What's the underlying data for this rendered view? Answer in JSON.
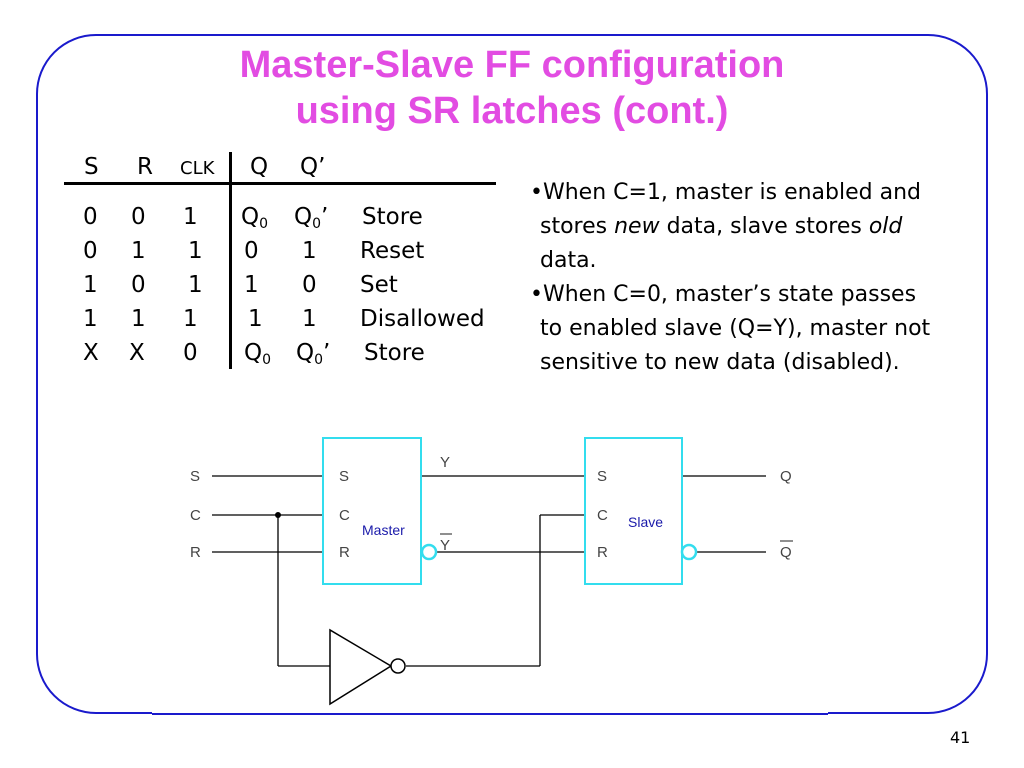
{
  "slide": {
    "title_line1": "Master-Slave FF configuration",
    "title_line2": "using SR latches (cont.)",
    "page_number": "41"
  },
  "truth_table": {
    "headers": [
      "S",
      "R",
      "CLK",
      "Q",
      "Q’"
    ],
    "rows": [
      {
        "s": "0",
        "r": "0",
        "clk": "1",
        "q": "Q",
        "q_sub": "0",
        "qn": "Q",
        "qn_sub": "0",
        "qn_suffix": "’",
        "action": "Store"
      },
      {
        "s": "0",
        "r": "1",
        "clk": "1",
        "q": "0",
        "q_sub": "",
        "qn": "1",
        "qn_sub": "",
        "qn_suffix": "",
        "action": "Reset"
      },
      {
        "s": "1",
        "r": "0",
        "clk": "1",
        "q": "1",
        "q_sub": "",
        "qn": "0",
        "qn_sub": "",
        "qn_suffix": "",
        "action": "Set"
      },
      {
        "s": "1",
        "r": "1",
        "clk": "1",
        "q": "1",
        "q_sub": "",
        "qn": "1",
        "qn_sub": "",
        "qn_suffix": "",
        "action": "Disallowed"
      },
      {
        "s": "X",
        "r": "X",
        "clk": "0",
        "q": "Q",
        "q_sub": "0",
        "qn": "Q",
        "qn_sub": "0",
        "qn_suffix": "’",
        "action": "Store"
      }
    ]
  },
  "notes": {
    "bullet1": {
      "line1": "•When C=1, master is enabled and",
      "line2_a": "stores ",
      "line2_em1": "new",
      "line2_b": " data, slave stores ",
      "line2_em2": "old",
      "line3": "data."
    },
    "bullet2": {
      "line1": "•When C=0, master’s state passes",
      "line2": "to enabled slave (Q=Y), master not",
      "line3": "sensitive to new data (disabled)."
    }
  },
  "circuit": {
    "inputs": {
      "s": "S",
      "c": "C",
      "r": "R"
    },
    "master": {
      "label": "Master",
      "pin_s": "S",
      "pin_c": "C",
      "pin_r": "R",
      "out_y": "Y",
      "out_ybar": "Y"
    },
    "slave": {
      "label": "Slave",
      "pin_s": "S",
      "pin_c": "C",
      "pin_r": "R"
    },
    "outputs": {
      "q": "Q",
      "qbar": "Q"
    },
    "colors": {
      "box_border": "#33ddee",
      "block_label": "#1a1aaa",
      "wire": "#000000",
      "inverter": "#000000"
    }
  }
}
